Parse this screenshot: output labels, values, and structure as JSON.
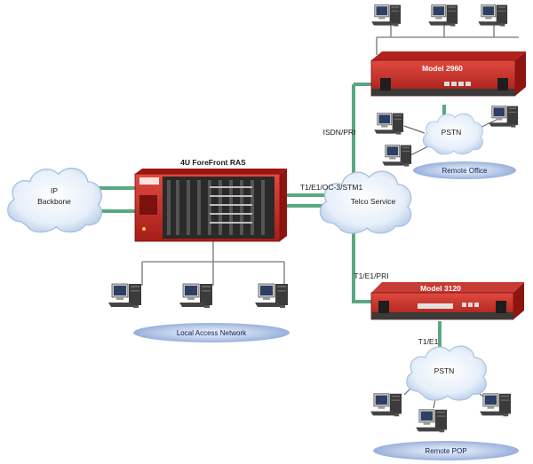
{
  "labels": {
    "ip_backbone_1": "IP",
    "ip_backbone_2": "Backbone",
    "ras_title": "4U ForeFront RAS",
    "trunk_link": "T1/E1/OC-3/STM1",
    "telco": "Telco Service",
    "isdn_pri": "ISDN/PRI",
    "model_2960": "Model 2960",
    "pstn_office": "PSTN",
    "remote_office": "Remote Office",
    "t1_e1_pri": "T1/E1/PRI",
    "model_3120": "Model 3120",
    "t1_e1": "T1/E1",
    "pstn_pop": "PSTN",
    "remote_pop": "Remote POP",
    "local_access": "Local Access Network"
  },
  "colors": {
    "cloud": "#dce8f6",
    "cloud_edge": "#aac3e2",
    "link_green": "#5aa883",
    "device_red": "#c42a24",
    "ellipse_blue": "#9fb7e0",
    "lan_gray": "#8d8d8d"
  },
  "icons": {
    "workstation": "workstation-icon",
    "cloud": "cloud-icon",
    "router": "router-icon",
    "rack": "rack-chassis-icon"
  }
}
